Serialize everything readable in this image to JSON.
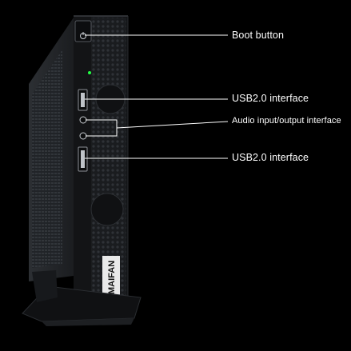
{
  "callouts": {
    "boot": "Boot button",
    "usb_top": "USB2.0 interface",
    "audio": "Audio input/output interface",
    "usb_bottom": "USB2.0 interface"
  },
  "device": {
    "brand_mark": "MAIFAN"
  },
  "colors": {
    "background": "#000000",
    "case_body": "#16181b",
    "case_side": "#26292d",
    "leader_line": "#ffffff",
    "power_led": "#22ff44"
  }
}
